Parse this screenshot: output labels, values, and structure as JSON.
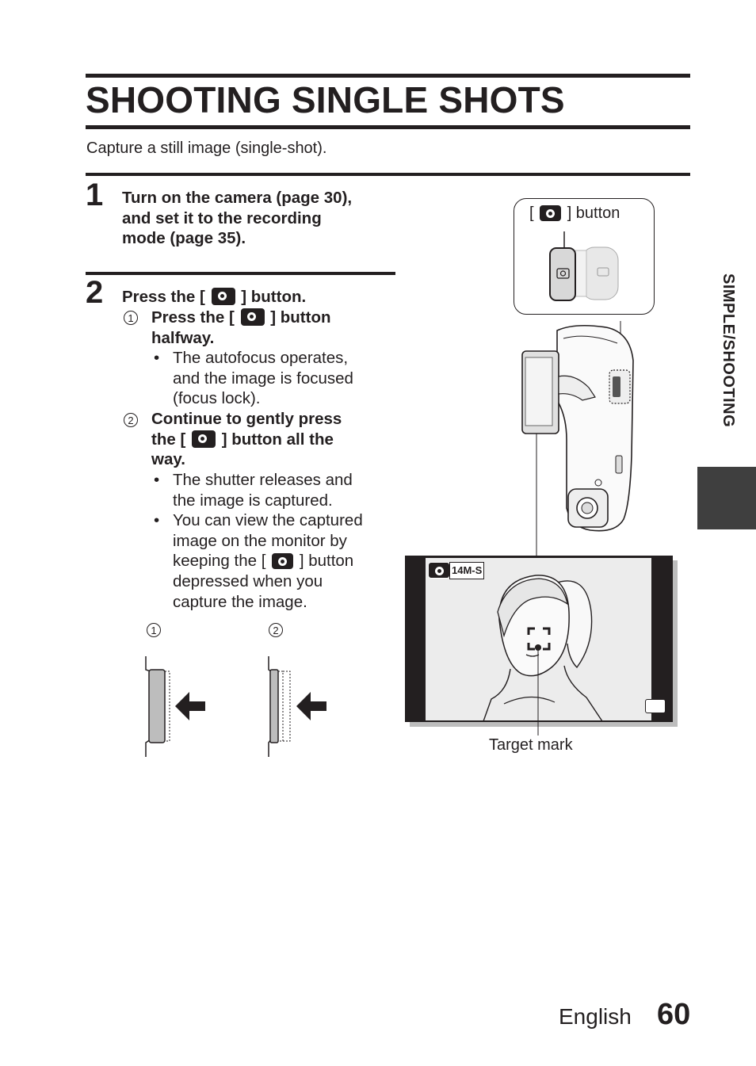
{
  "title": "SHOOTING SINGLE SHOTS",
  "subtitle": "Capture a still image (single-shot).",
  "step1": {
    "number": "1",
    "lines": [
      "Turn on the camera (page 30),",
      "and set it to the recording",
      "mode (page 35)."
    ]
  },
  "step2": {
    "number": "2",
    "heading_pre": "Press the [",
    "heading_post": "] button.",
    "sub1": {
      "marker": "1",
      "line1_pre": "Press the [",
      "line1_post": "] button",
      "line2": "halfway.",
      "bullets": [
        [
          "The autofocus operates,",
          "and the image is focused",
          "(focus lock)."
        ]
      ]
    },
    "sub2": {
      "marker": "2",
      "line1": "Continue to gently press",
      "line2_pre": "the [",
      "line2_post": "] button all the",
      "line3": "way.",
      "bullet1": [
        "The shutter releases and",
        "the image is captured."
      ],
      "bullet2_lines": [
        "You can view the captured",
        "image on the monitor by"
      ],
      "bullet2_pre": "keeping the [",
      "bullet2_post": "] button",
      "bullet2_tail": [
        "depressed when you",
        "capture the image."
      ]
    }
  },
  "diagram_markers": [
    "1",
    "2"
  ],
  "callouts": {
    "button_pre": "[",
    "button_post": "] button",
    "target_mark": "Target mark"
  },
  "screen_badge": "14M-S",
  "side_tab": "SIMPLE/SHOOTING",
  "footer": {
    "language": "English",
    "page": "60"
  },
  "colors": {
    "text": "#231f20",
    "tab": "#3f3f3f",
    "screen_bg": "#ececec"
  }
}
